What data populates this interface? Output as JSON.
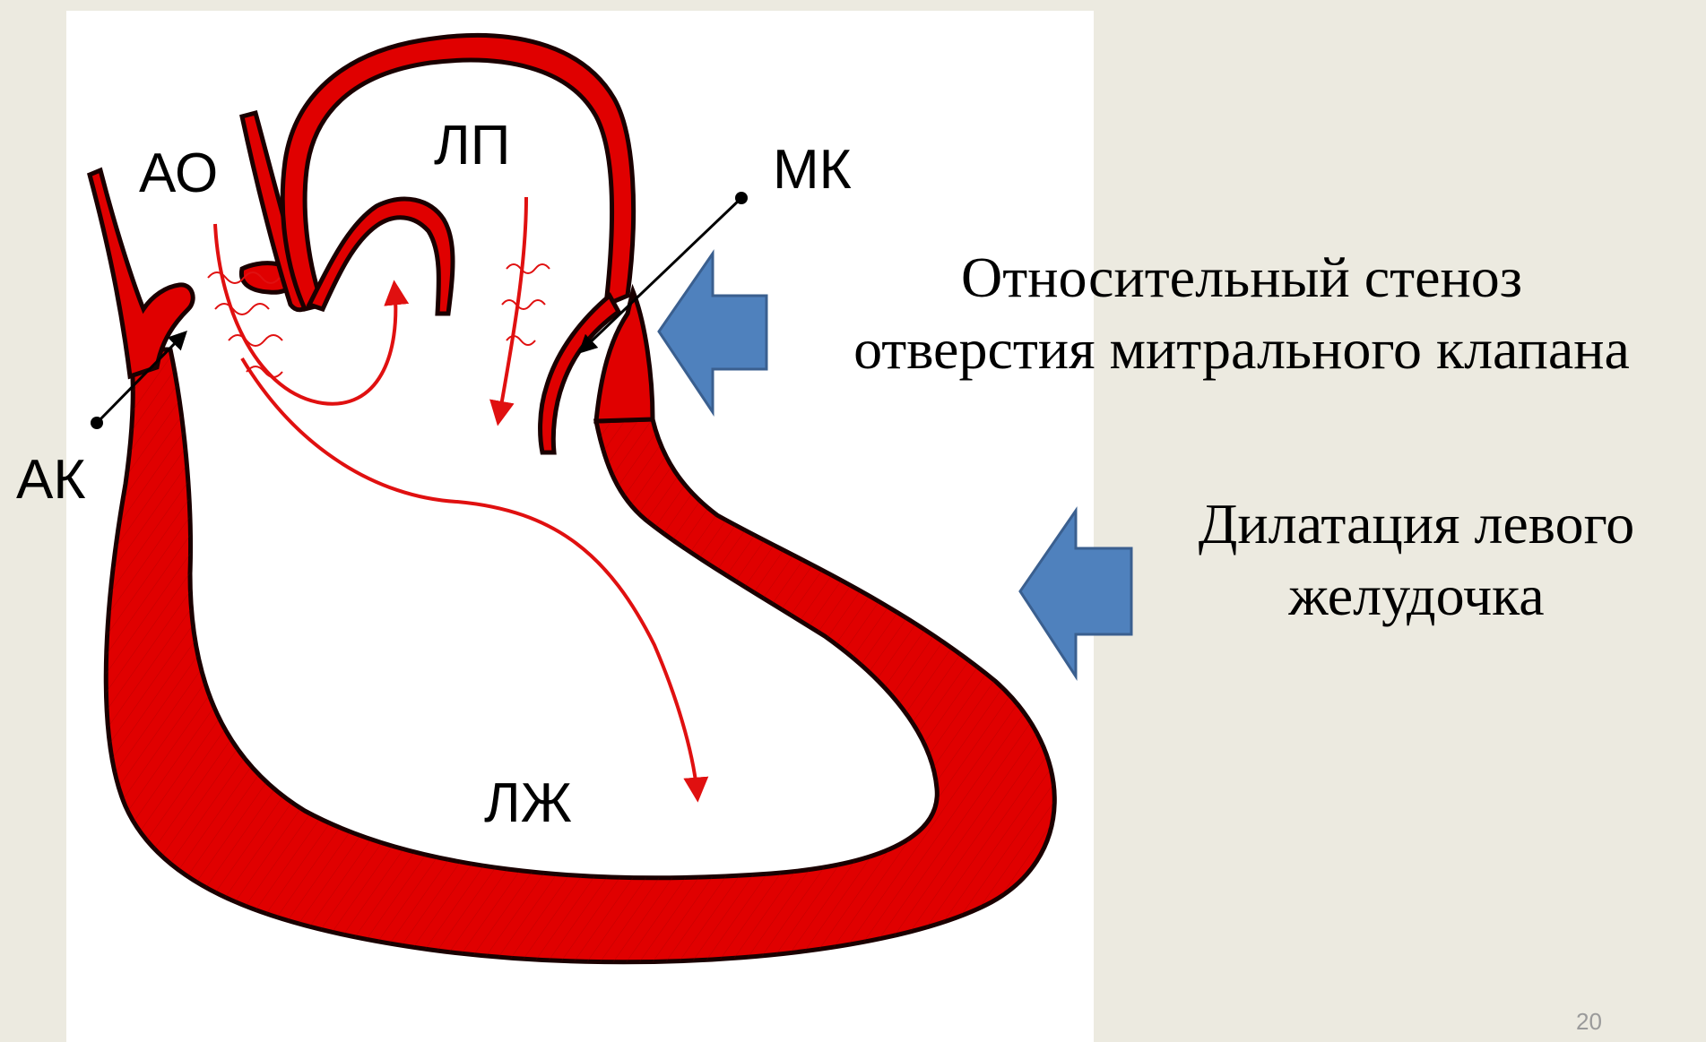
{
  "diagram": {
    "labels": {
      "ao": "АО",
      "lp": "ЛП",
      "mk": "МК",
      "ak": "АК",
      "lzh": "ЛЖ"
    },
    "colors": {
      "myocardium": "#E00000",
      "outline": "#1A0000",
      "flow": "#E01010",
      "indicator_arrow": "#4F81BD"
    }
  },
  "captions": {
    "stenosis_line1": "Относительный стеноз",
    "stenosis_line2": "отверстия митрального клапана",
    "dilation_line1": "Дилатация левого",
    "dilation_line2": "желудочка"
  },
  "slide_number": "20"
}
